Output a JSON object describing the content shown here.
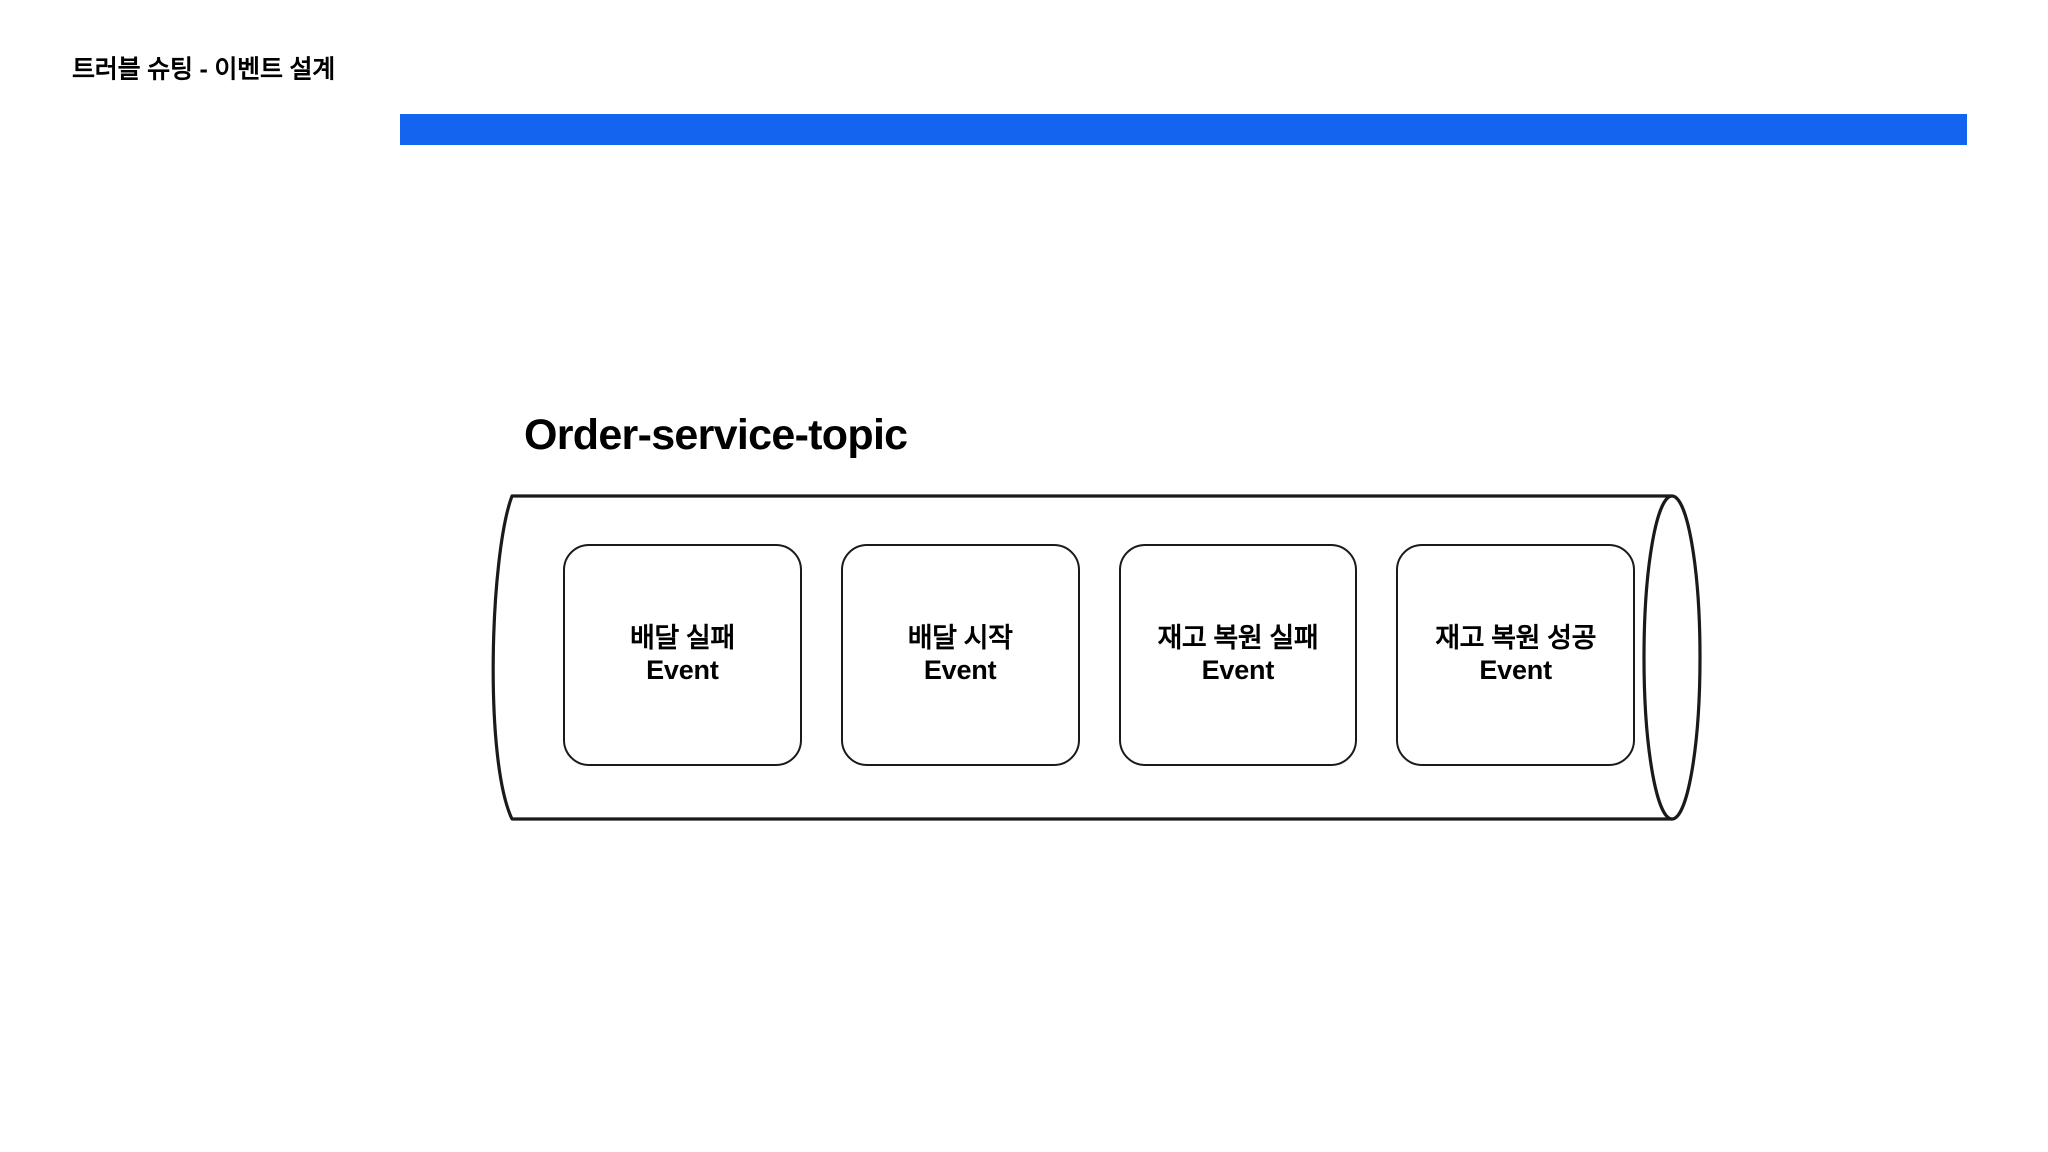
{
  "slide": {
    "header": {
      "title": "트러블 슈팅 - 이벤트 설계",
      "rule_color": "#1464f0"
    },
    "topic": {
      "title": "Order-service-topic",
      "shape": "cylinder",
      "outline_color": "#1a1a1a",
      "fill_color": "#ffffff"
    },
    "events": [
      {
        "title": "배달 실패",
        "kind": "Event"
      },
      {
        "title": "배달 시작",
        "kind": "Event"
      },
      {
        "title": "재고 복원 실패",
        "kind": "Event"
      },
      {
        "title": "재고 복원 성공",
        "kind": "Event"
      }
    ]
  }
}
